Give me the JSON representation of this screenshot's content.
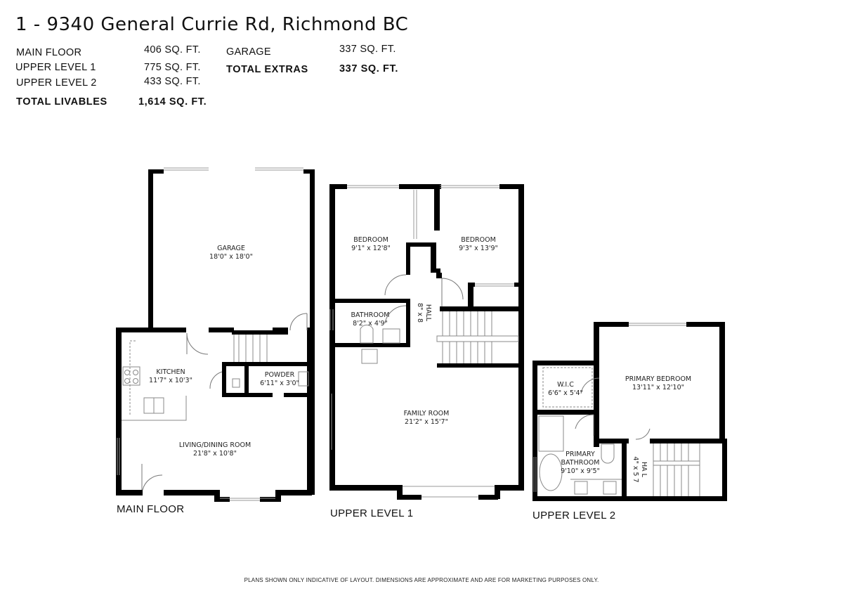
{
  "header": {
    "title": "1 - 9340 General Currie Rd, Richmond BC"
  },
  "areas": {
    "livable": [
      {
        "label": "MAIN FLOOR",
        "value": "406 SQ. FT."
      },
      {
        "label": "UPPER LEVEL 1",
        "value": "775 SQ. FT."
      },
      {
        "label": "UPPER LEVEL 2",
        "value": "433 SQ. FT."
      }
    ],
    "total_livables": {
      "label": "TOTAL LIVABLES",
      "value": "1,614 SQ. FT."
    },
    "extras": [
      {
        "label": "GARAGE",
        "value": "337 SQ. FT."
      }
    ],
    "total_extras": {
      "label": "TOTAL EXTRAS",
      "value": "337 SQ. FT."
    }
  },
  "floors": {
    "main": {
      "label": "MAIN FLOOR",
      "rooms": [
        {
          "name": "GARAGE",
          "dims": "18'0\" x 18'0\""
        },
        {
          "name": "KITCHEN",
          "dims": "11'7\" x 10'3\""
        },
        {
          "name": "POWDER",
          "dims": "6'11\" x 3'0\""
        },
        {
          "name": "LIVING/DINING ROOM",
          "dims": "21'8\" x 10'8\""
        }
      ]
    },
    "upper1": {
      "label": "UPPER LEVEL 1",
      "rooms": [
        {
          "name": "BEDROOM",
          "dims": "9'1\" x 12'8\""
        },
        {
          "name": "BEDROOM",
          "dims": "9'3\" x 13'9\""
        },
        {
          "name": "HALL",
          "dims": "8\" x 8"
        },
        {
          "name": "BATHROOM",
          "dims": "8'2\" x 4'9\""
        },
        {
          "name": "FAMILY ROOM",
          "dims": "21'2\" x 15'7\""
        }
      ]
    },
    "upper2": {
      "label": "UPPER LEVEL 2",
      "rooms": [
        {
          "name": "W.I.C",
          "dims": "6'6\" x 5'4\""
        },
        {
          "name": "PRIMARY BEDROOM",
          "dims": "13'11\" x 12'10\""
        },
        {
          "name": "PRIMARY BATHROOM",
          "name2": "BATHROOM",
          "name1": "PRIMARY",
          "dims": "9'10\" x 9'5\""
        },
        {
          "name": "HA L",
          "dims": "4\" x 5 7"
        }
      ]
    }
  },
  "footer": {
    "disclaimer": "PLANS SHOWN ONLY INDICATIVE OF LAYOUT. DIMENSIONS ARE APPROXIMATE AND ARE FOR MARKETING PURPOSES ONLY."
  },
  "colors": {
    "wall": "#000000",
    "fixture": "#8a8a8a",
    "text": "#111111"
  }
}
